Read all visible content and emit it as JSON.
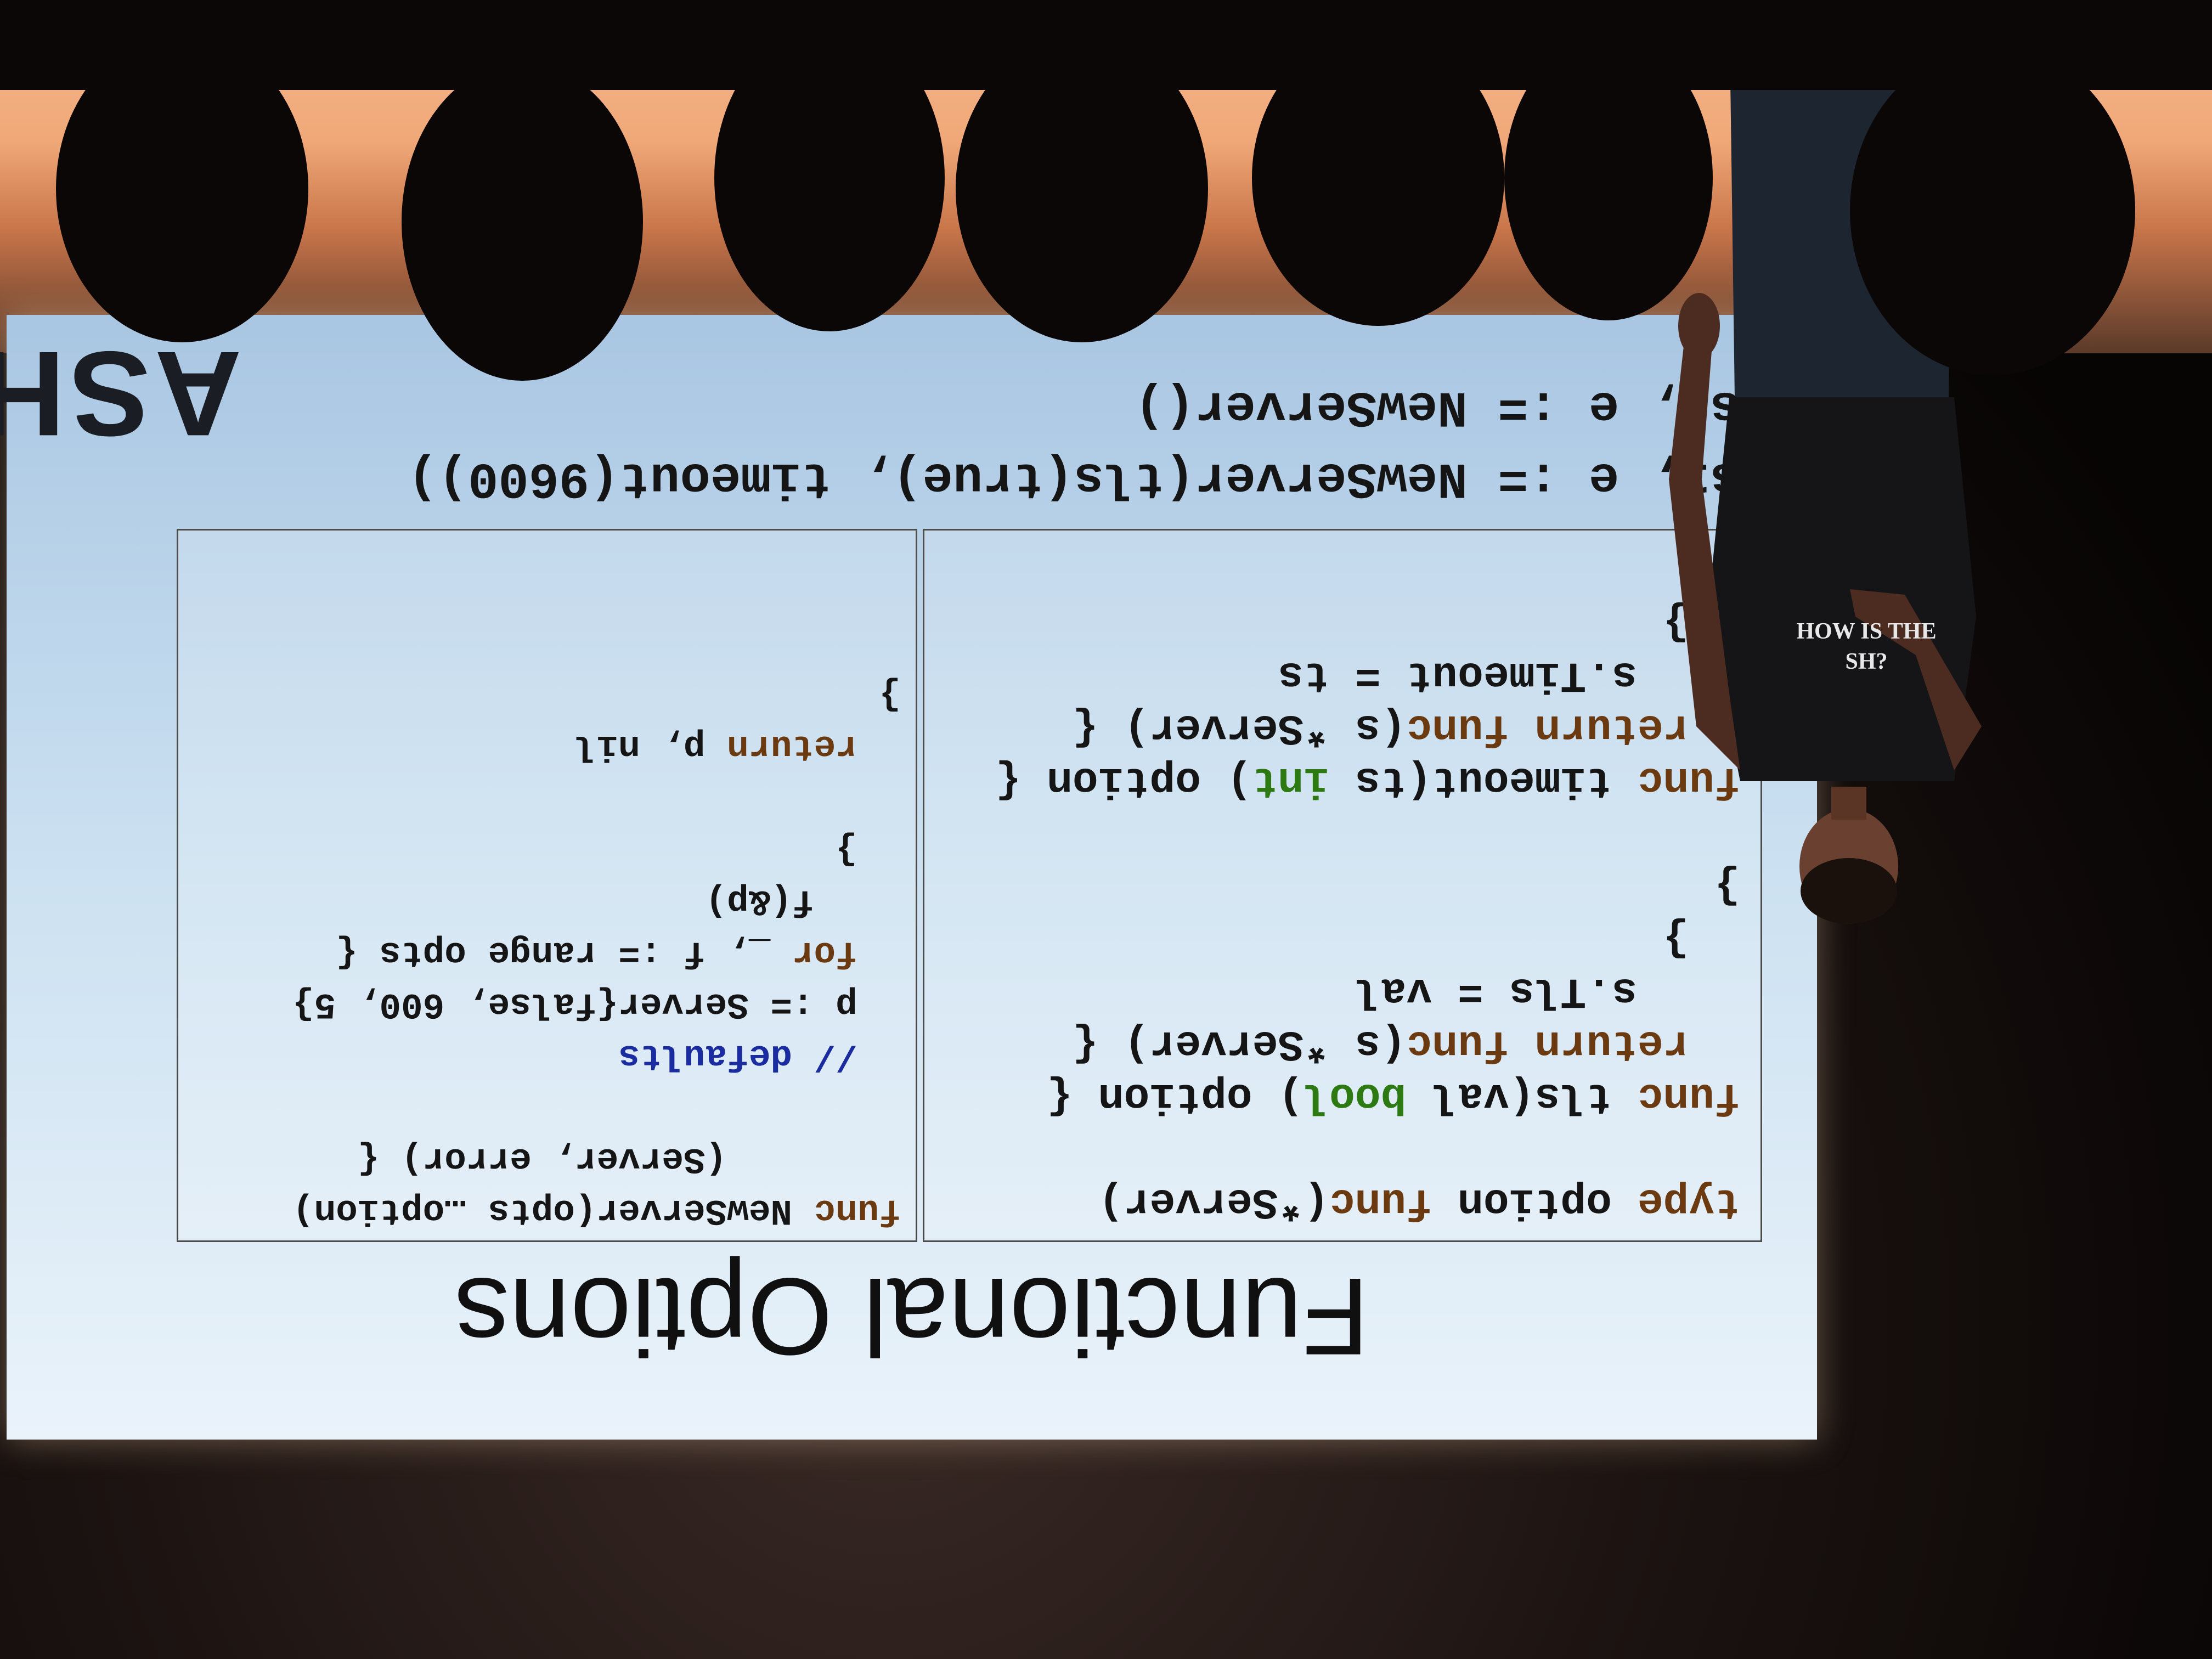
{
  "slide": {
    "title": "Functional Options",
    "brand_fragment": "ASH",
    "left_box_lines": [
      {
        "parts": [
          {
            "t": "type ",
            "c": "kw"
          },
          {
            "t": "option ",
            "c": ""
          },
          {
            "t": "func",
            "c": "kw"
          },
          {
            "t": "(*Server)",
            "c": ""
          }
        ]
      },
      {
        "parts": [
          {
            "t": "",
            "c": ""
          }
        ]
      },
      {
        "parts": [
          {
            "t": "func ",
            "c": "kw"
          },
          {
            "t": "tls(val ",
            "c": ""
          },
          {
            "t": "bool",
            "c": "ty"
          },
          {
            "t": ") option {",
            "c": ""
          }
        ]
      },
      {
        "parts": [
          {
            "t": "  return ",
            "c": "kw"
          },
          {
            "t": "func",
            "c": "kw"
          },
          {
            "t": "(s *Server) {",
            "c": ""
          }
        ]
      },
      {
        "parts": [
          {
            "t": "    s.Tls = val",
            "c": ""
          }
        ]
      },
      {
        "parts": [
          {
            "t": "  }",
            "c": ""
          }
        ]
      },
      {
        "parts": [
          {
            "t": "}",
            "c": ""
          }
        ]
      },
      {
        "parts": [
          {
            "t": "",
            "c": ""
          }
        ]
      },
      {
        "parts": [
          {
            "t": "func ",
            "c": "kw"
          },
          {
            "t": "timeout(ts ",
            "c": ""
          },
          {
            "t": "int",
            "c": "ty"
          },
          {
            "t": ") option {",
            "c": ""
          }
        ]
      },
      {
        "parts": [
          {
            "t": "  return ",
            "c": "kw"
          },
          {
            "t": "func",
            "c": "kw"
          },
          {
            "t": "(s *Server) {",
            "c": ""
          }
        ]
      },
      {
        "parts": [
          {
            "t": "    s.Timeout = ts",
            "c": ""
          }
        ]
      },
      {
        "parts": [
          {
            "t": "  }",
            "c": ""
          }
        ]
      },
      {
        "parts": [
          {
            "t": "}",
            "c": ""
          }
        ]
      }
    ],
    "right_box_lines": [
      {
        "parts": [
          {
            "t": "func ",
            "c": "kw"
          },
          {
            "t": "NewServer(opts …option)",
            "c": ""
          }
        ]
      },
      {
        "parts": [
          {
            "t": "        (Server, error) {",
            "c": ""
          }
        ]
      },
      {
        "parts": [
          {
            "t": "",
            "c": ""
          }
        ]
      },
      {
        "parts": [
          {
            "t": "  // defaults",
            "c": "cm"
          }
        ]
      },
      {
        "parts": [
          {
            "t": "  p := Server{false, 600, 5}",
            "c": ""
          }
        ]
      },
      {
        "parts": [
          {
            "t": "  for ",
            "c": "kw"
          },
          {
            "t": "_, f := range opts {",
            "c": ""
          }
        ]
      },
      {
        "parts": [
          {
            "t": "    f(&p)",
            "c": ""
          }
        ]
      },
      {
        "parts": [
          {
            "t": "  }",
            "c": ""
          }
        ]
      },
      {
        "parts": [
          {
            "t": "",
            "c": ""
          }
        ]
      },
      {
        "parts": [
          {
            "t": "  return ",
            "c": "kw"
          },
          {
            "t": "p, nil",
            "c": ""
          }
        ]
      },
      {
        "parts": [
          {
            "t": "}",
            "c": ""
          }
        ]
      }
    ],
    "bottom_lines": [
      "s1, e := NewServer(tls(true), timeout(9600))",
      "s2, e := NewServer()"
    ]
  },
  "speaker": {
    "shirt_text_line1": "HOW IS THE",
    "shirt_text_line2": "SH?"
  },
  "colors": {
    "keyword": "#6b3a10",
    "type": "#2d7a12",
    "comment": "#1a2ca0",
    "slide_bg": "#d4e6f4"
  }
}
